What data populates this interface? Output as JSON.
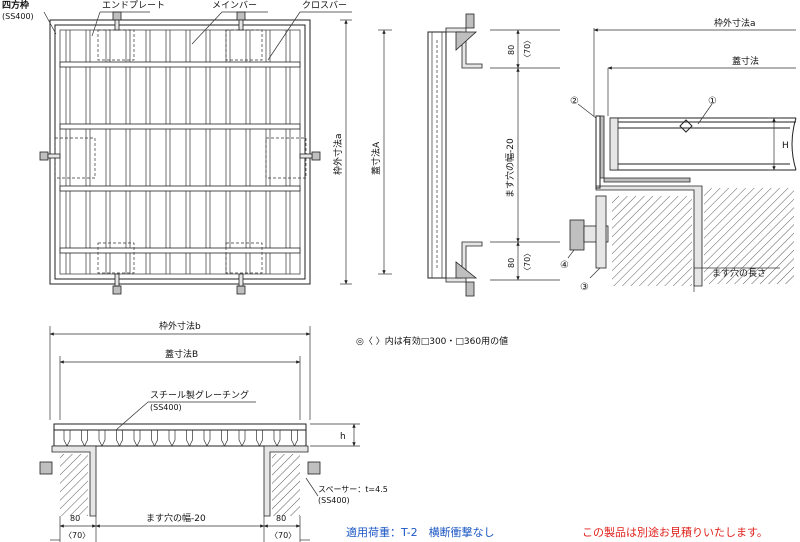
{
  "labels": {
    "frame_name": "四方枠",
    "frame_material": "(SS400)",
    "end_plate": "エンドプレート",
    "main_bar": "メインバー",
    "cross_bar": "クロスバー",
    "frame_outer_a": "枠外寸法a",
    "lid_a": "蓋寸法A",
    "hole_width_side": "ます穴の幅-20",
    "dim_80_top": "80",
    "dim_70_top": "〈70〉",
    "dim_80_bottom": "80",
    "dim_70_bottom": "〈70〉",
    "detail_frame_outer_a": "枠外寸法a",
    "detail_lid": "蓋寸法",
    "detail_H": "H",
    "detail_hole_length": "ます穴の長さ",
    "callout_1": "①",
    "callout_2": "②",
    "callout_3": "③",
    "callout_4": "④",
    "note_values": "◎〈 〉内は有効□300・□360用の値",
    "frame_outer_b": "枠外寸法b",
    "lid_B": "蓋寸法B",
    "grating_name": "スチール製グレーチング",
    "grating_material": "(SS400)",
    "dim_h": "h",
    "spacer": "スペーサー：t=4.5",
    "spacer_material": "(SS400)",
    "hole_width_bottom": "ます穴の幅-20",
    "dim_80_left": "80",
    "dim_80_right": "80",
    "dim_70_left": "〈70〉",
    "dim_70_right": "〈70〉",
    "load_note": "適用荷重：T-2　横断衝撃なし",
    "estimate_note": "この製品は別途お見積りいたします。"
  },
  "colors": {
    "line": "#222222",
    "load_note": "#1a56c4",
    "estimate_note": "#e0201b"
  }
}
